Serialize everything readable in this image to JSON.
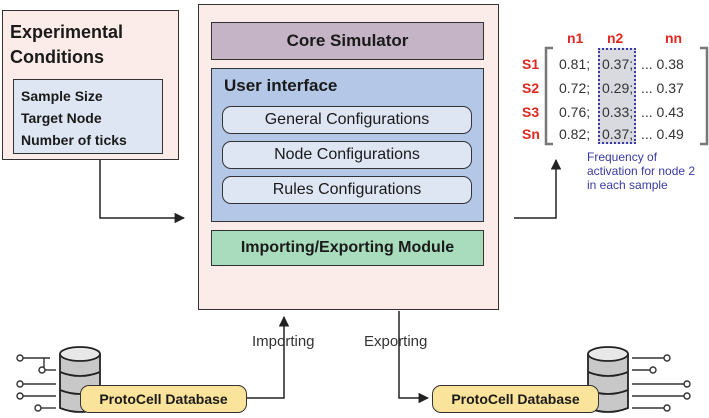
{
  "experimental_conditions": {
    "title": "Experimental Conditions",
    "params": [
      "Sample Size",
      "Target Node",
      "Number of ticks"
    ]
  },
  "system": {
    "core_simulator": "Core Simulator",
    "user_interface": {
      "title": "User interface",
      "configs": [
        "General Configurations",
        "Node Configurations",
        "Rules Configurations"
      ]
    },
    "importing_exporting": "Importing/Exporting Module"
  },
  "flows": {
    "importing": "Importing",
    "exporting": "Exporting"
  },
  "database": {
    "left": "ProtoCell Database",
    "right": "ProtoCell Database"
  },
  "matrix": {
    "columns": [
      "n1",
      "n2",
      "nn"
    ],
    "rows": [
      {
        "label": "S1",
        "n1": "0.81;",
        "n2": "0.37;",
        "nn": "... 0.38"
      },
      {
        "label": "S2",
        "n1": "0.72;",
        "n2": "0.29;",
        "nn": "... 0.37"
      },
      {
        "label": "S3",
        "n1": "0.76;",
        "n2": "0.33;",
        "nn": "... 0.43"
      },
      {
        "label": "Sn",
        "n1": "0.82;",
        "n2": "0.37;",
        "nn": "... 0.49"
      }
    ],
    "note": "Frequency of activation for node 2 in each sample"
  },
  "colors": {
    "label_red": "#e0281f",
    "note_blue": "#3a3aa0",
    "core_simulator": "#c5b3c6",
    "user_interface": "#b4c7e7",
    "import_export": "#a9dcbc",
    "database_label": "#fae39a",
    "panel_background": "#fcece9"
  }
}
